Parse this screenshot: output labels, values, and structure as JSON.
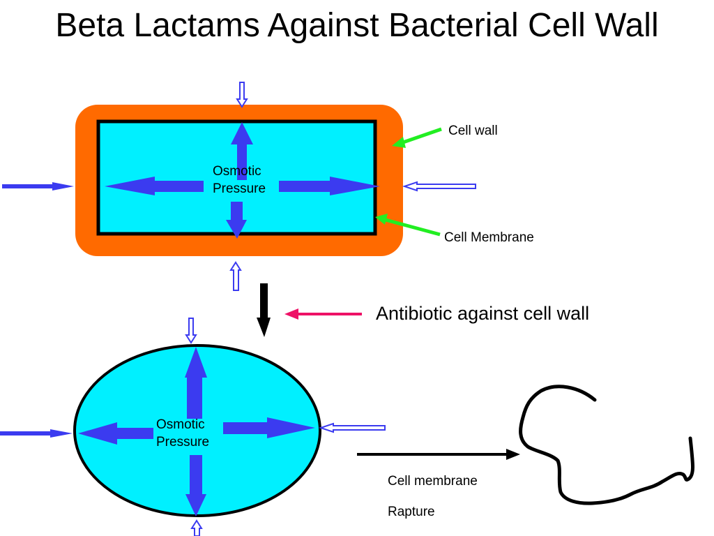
{
  "slide": {
    "title": "Beta Lactams Against Bacterial Cell Wall"
  },
  "labels": {
    "osmotic_top_line1": "Osmotic",
    "osmotic_top_line2": "Pressure",
    "osmotic_bottom_line1": "Osmotic",
    "osmotic_bottom_line2": "Pressure",
    "cell_wall": "Cell wall",
    "cell_membrane": "Cell Membrane",
    "antibiotic": "Antibiotic against cell wall",
    "rupture_line1": "Cell membrane",
    "rupture_line2": "Rapture"
  },
  "colors": {
    "cell_wall": "#ff6a00",
    "cytoplasm": "#00f0ff",
    "pressure_arrow": "#3b3bf0",
    "pointer_green": "#22ee22",
    "pointer_pink": "#ee1166",
    "outline": "#000000"
  }
}
